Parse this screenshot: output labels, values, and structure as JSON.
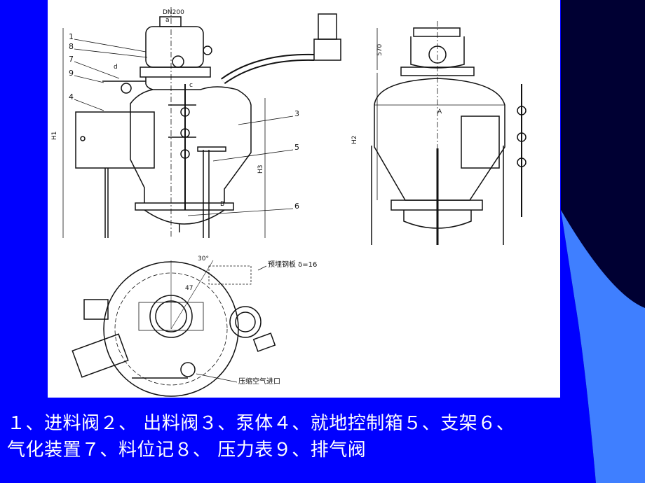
{
  "slide": {
    "colors": {
      "background": "#0000ff",
      "panel": "#ffffff",
      "dark_band": "#000033",
      "light_band": "#3f7fff",
      "caption_text": "#ffffff"
    },
    "caption_line1": "１、进料阀２、 出料阀３、泵体４、就地控制箱５、支架６、",
    "caption_line2": "气化装置７、料位记８、 压力表９、排气阀"
  },
  "drawing": {
    "top_label": "DN200",
    "top_sub": "a",
    "callouts": {
      "c1": "1",
      "c8": "8",
      "c7": "7",
      "c9": "9",
      "c4": "4",
      "c3": "3",
      "c5": "5",
      "c6": "6",
      "cd": "d",
      "cc": "c",
      "cB": "B"
    },
    "dims": {
      "h1": "H1",
      "h3": "H3",
      "h2": "H2",
      "d570": "570",
      "angle": "30°",
      "r47": "47",
      "letter_a": "A"
    },
    "notes": {
      "plate": "预埋钢板 δ=16",
      "air_inlet": "压缩空气进口"
    }
  }
}
